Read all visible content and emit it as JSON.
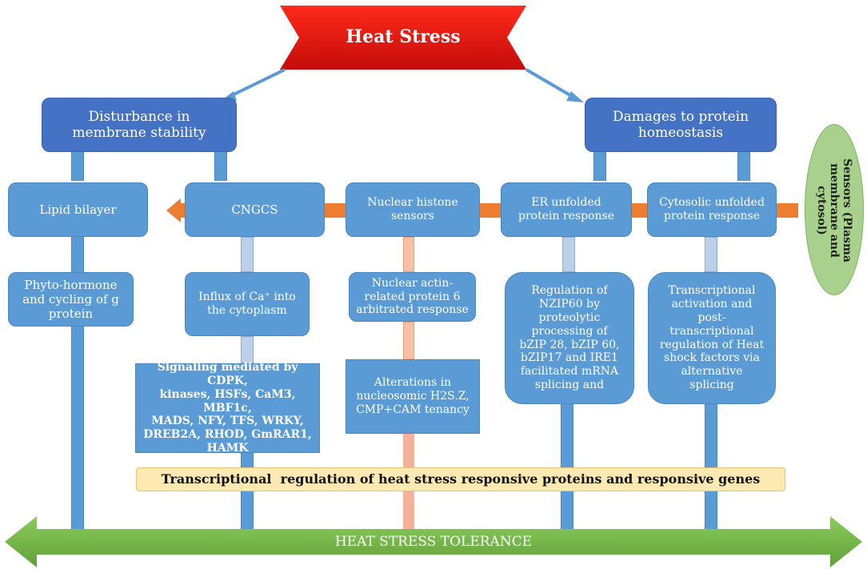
{
  "top": {
    "title": "Heat Stress"
  },
  "level1": {
    "left": "Disturbance in\nmembrane stability",
    "right": "Damages to protein\nhomeostasis"
  },
  "sensors": {
    "lipid": "Lipid bilayer",
    "cngcs": "CNGCS",
    "nuclear": "Nuclear histone\nsensors",
    "er": "ER unfolded\nprotein response",
    "cytosolic": "Cytosolic unfolded\nprotein response",
    "side_label": "Sensors (Plasma\nmembrane and\ncytosol)"
  },
  "responses": {
    "phyto": "Phyto-hormone\nand cycling of g\nprotein",
    "influx": "Influx of Ca⁺ into\nthe cytoplasm",
    "actin": "Nuclear actin-\nrelated protein 6\narbitrated response",
    "nzip": "Regulation of\nNZIP60 by\nproteolytic\nprocessing of\nbZIP 28, bZIP 60,\nbZIP17 and IRE1\nfacilitated mRNA\nsplicing and",
    "transcriptional": "Transcriptional\nactivation and\npost-\ntranscriptional\nregulation of Heat\nshock factors via\nalternative\nsplicing"
  },
  "secondary": {
    "signaling": "Signaling mediated by CDPK,\nkinases, HSFs, CaM3, MBF1c,\nMADS, NFY, TFS, WRKY,\nDREB2A, RHOD, GmRAR1,\nHAMK",
    "alterations": "Alterations in\nnucleosomic H2S.Z,\nCMP+CAM tenancy"
  },
  "bottom_banner": "Transcriptional  regulation of heat stress responsive proteins and responsive genes",
  "tolerance": "HEAT STRESS TOLERANCE",
  "colors": {
    "banner_red": "#e8140f",
    "dark_blue": "#4472c4",
    "mid_blue": "#5b9bd5",
    "orange": "#ed7d31",
    "green": "#70ad47",
    "sensor_oval": "#a9d18e",
    "yellow_banner": "#fde9b2"
  }
}
